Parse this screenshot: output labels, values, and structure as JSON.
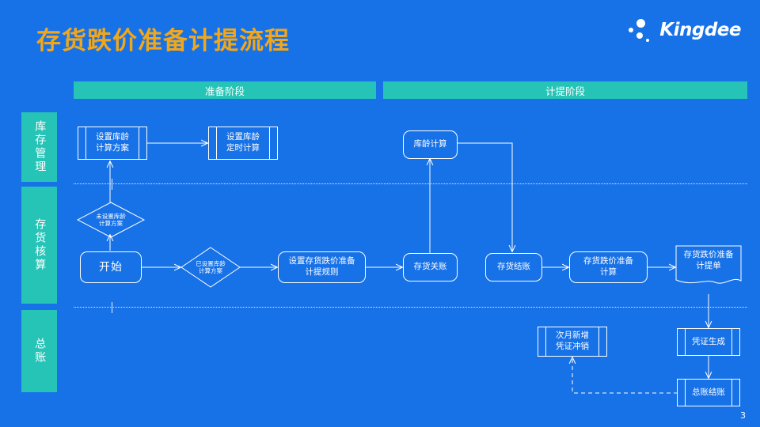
{
  "slide": {
    "title": "存货跌价准备计提流程",
    "page_number": "3",
    "background_color": "#1772E8",
    "accent_color": "#26C4B6",
    "title_color": "#F2A71B"
  },
  "brand": {
    "name": "Kingdee",
    "logo_icon": "kingdee-dots-icon"
  },
  "phases": [
    {
      "id": "prep",
      "label": "准备阶段"
    },
    {
      "id": "calc",
      "label": "计提阶段"
    }
  ],
  "lanes": [
    {
      "id": "inventory-management",
      "label": "库存管理"
    },
    {
      "id": "inventory-accounting",
      "label": "存货核算"
    },
    {
      "id": "general-ledger",
      "label": "总账"
    }
  ],
  "nodes": {
    "set_age_scheme": "设置库龄\n计算方案",
    "set_age_scheme_l1": "设置库龄",
    "set_age_scheme_l2": "计算方案",
    "set_age_timer_l1": "设置库龄",
    "set_age_timer_l2": "定时计算",
    "age_calc": "库龄计算",
    "no_scheme_l1": "未设置库龄",
    "no_scheme_l2": "计算方案",
    "start": "开始",
    "has_scheme_l1": "已设置库龄",
    "has_scheme_l2": "计算方案",
    "set_rule_l1": "设置存货跌价准备",
    "set_rule_l2": "计提规则",
    "inv_close": "存货关账",
    "inv_settle": "存货结账",
    "provision_calc_l1": "存货跌价准备",
    "provision_calc_l2": "计算",
    "provision_doc_l1": "存货跌价准备",
    "provision_doc_l2": "计提单",
    "next_month_reverse_l1": "次月新增",
    "next_month_reverse_l2": "凭证冲销",
    "voucher_gen": "凭证生成",
    "gl_settle": "总账结账"
  }
}
